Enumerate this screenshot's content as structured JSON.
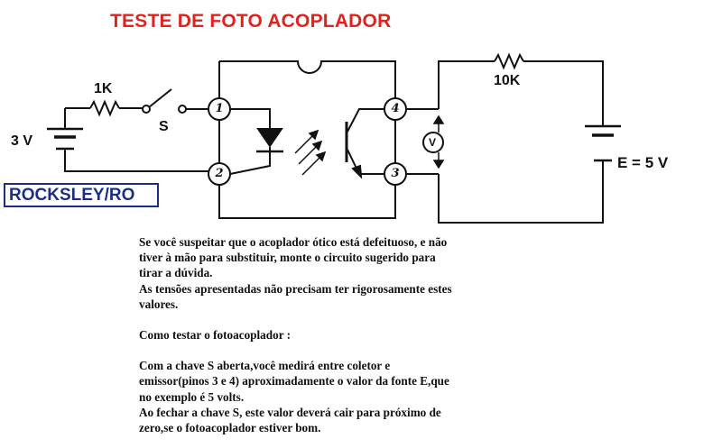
{
  "title": "TESTE DE FOTO ACOPLADOR",
  "author": "ROCKSLEY/RO",
  "labels": {
    "resistor_in": "1K",
    "battery_in": "3 V",
    "switch": "S",
    "resistor_out": "10K",
    "battery_out": "E = 5 V",
    "voltmeter": "V",
    "pin1": "1",
    "pin2": "2",
    "pin3": "3",
    "pin4": "4"
  },
  "paragraphs": {
    "p1": [
      "Se você suspeitar que o acoplador ótico está defeituoso, e não",
      "tiver à mão para substituir, monte o circuito sugerido para",
      "tirar a dúvida.",
      "As tensões apresentadas não precisam ter rigorosamente estes",
      "valores."
    ],
    "p2": [
      "Como testar o fotoacoplador :"
    ],
    "p3": [
      "Com a chave S aberta,você medirá entre coletor e",
      "emissor(pinos 3 e 4) aproximadamente o valor da fonte E,que",
      "no exemplo é 5 volts.",
      "Ao fechar a chave S, este valor deverá cair para próximo de",
      "zero,se o fotoacoplador estiver bom."
    ]
  },
  "colors": {
    "title": "#e0231f",
    "author": "#1b2f87",
    "ink": "#111111"
  }
}
